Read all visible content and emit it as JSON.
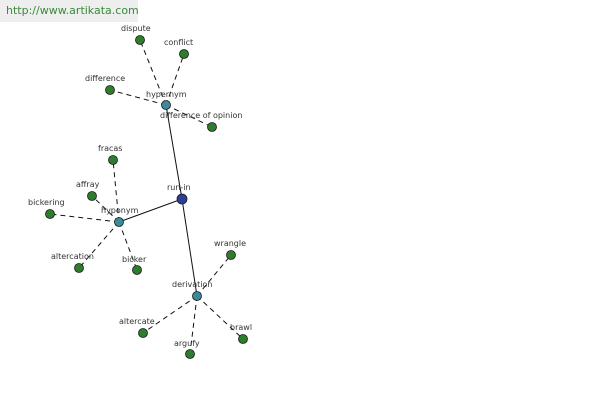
{
  "banner": {
    "url": "http://www.artikata.com"
  },
  "graph": {
    "colors": {
      "center": "#2d3e96",
      "relation": "#3a8a9a",
      "leaf": "#2e7d2e",
      "edge": "#111111"
    },
    "nodes": [
      {
        "id": "run-in",
        "label": "run-in",
        "kind": "center"
      },
      {
        "id": "hypernym",
        "label": "hypernym",
        "kind": "relation"
      },
      {
        "id": "hyponym",
        "label": "hyponym",
        "kind": "relation"
      },
      {
        "id": "derivation",
        "label": "derivation",
        "kind": "relation"
      },
      {
        "id": "dispute",
        "label": "dispute",
        "kind": "leaf"
      },
      {
        "id": "conflict",
        "label": "conflict",
        "kind": "leaf"
      },
      {
        "id": "difference",
        "label": "difference",
        "kind": "leaf"
      },
      {
        "id": "difference-of-opinion",
        "label": "difference of opinion",
        "kind": "leaf"
      },
      {
        "id": "fracas",
        "label": "fracas",
        "kind": "leaf"
      },
      {
        "id": "affray",
        "label": "affray",
        "kind": "leaf"
      },
      {
        "id": "bickering",
        "label": "bickering",
        "kind": "leaf"
      },
      {
        "id": "altercation",
        "label": "altercation",
        "kind": "leaf"
      },
      {
        "id": "bicker",
        "label": "bicker",
        "kind": "leaf"
      },
      {
        "id": "wrangle",
        "label": "wrangle",
        "kind": "leaf"
      },
      {
        "id": "altercate",
        "label": "altercate",
        "kind": "leaf"
      },
      {
        "id": "argufy",
        "label": "argufy",
        "kind": "leaf"
      },
      {
        "id": "brawl",
        "label": "brawl",
        "kind": "leaf"
      }
    ],
    "edges": [
      {
        "from": "run-in",
        "to": "hypernym",
        "style": "solid"
      },
      {
        "from": "run-in",
        "to": "hyponym",
        "style": "solid"
      },
      {
        "from": "run-in",
        "to": "derivation",
        "style": "solid"
      },
      {
        "from": "hypernym",
        "to": "dispute",
        "style": "dashed"
      },
      {
        "from": "hypernym",
        "to": "conflict",
        "style": "dashed"
      },
      {
        "from": "hypernym",
        "to": "difference",
        "style": "dashed"
      },
      {
        "from": "hypernym",
        "to": "difference-of-opinion",
        "style": "dashed"
      },
      {
        "from": "hyponym",
        "to": "fracas",
        "style": "dashed"
      },
      {
        "from": "hyponym",
        "to": "affray",
        "style": "dashed"
      },
      {
        "from": "hyponym",
        "to": "bickering",
        "style": "dashed"
      },
      {
        "from": "hyponym",
        "to": "altercation",
        "style": "dashed"
      },
      {
        "from": "hyponym",
        "to": "bicker",
        "style": "dashed"
      },
      {
        "from": "derivation",
        "to": "wrangle",
        "style": "dashed"
      },
      {
        "from": "derivation",
        "to": "altercate",
        "style": "dashed"
      },
      {
        "from": "derivation",
        "to": "argufy",
        "style": "dashed"
      },
      {
        "from": "derivation",
        "to": "brawl",
        "style": "dashed"
      }
    ]
  }
}
